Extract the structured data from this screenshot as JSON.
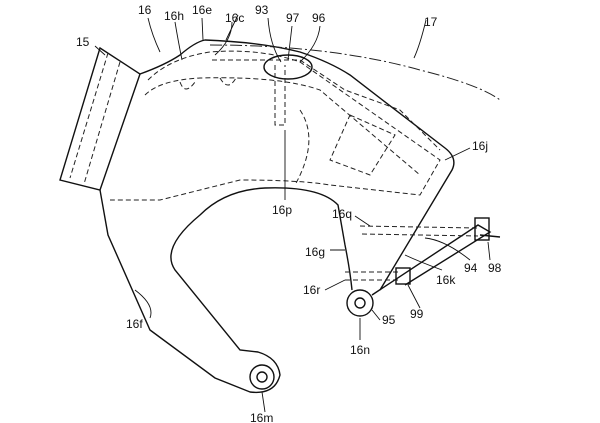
{
  "figure": {
    "labels": {
      "l15": "15",
      "l16": "16",
      "l16h": "16h",
      "l16e": "16e",
      "l16c": "16c",
      "l93": "93",
      "l97": "97",
      "l96": "96",
      "l17": "17",
      "l16j": "16j",
      "l16p": "16p",
      "l16q": "16q",
      "l16g": "16g",
      "l94": "94",
      "l98": "98",
      "l16k": "16k",
      "l16r": "16r",
      "l99": "99",
      "l95": "95",
      "l16n": "16n",
      "l16f": "16f",
      "l16m": "16m"
    }
  }
}
